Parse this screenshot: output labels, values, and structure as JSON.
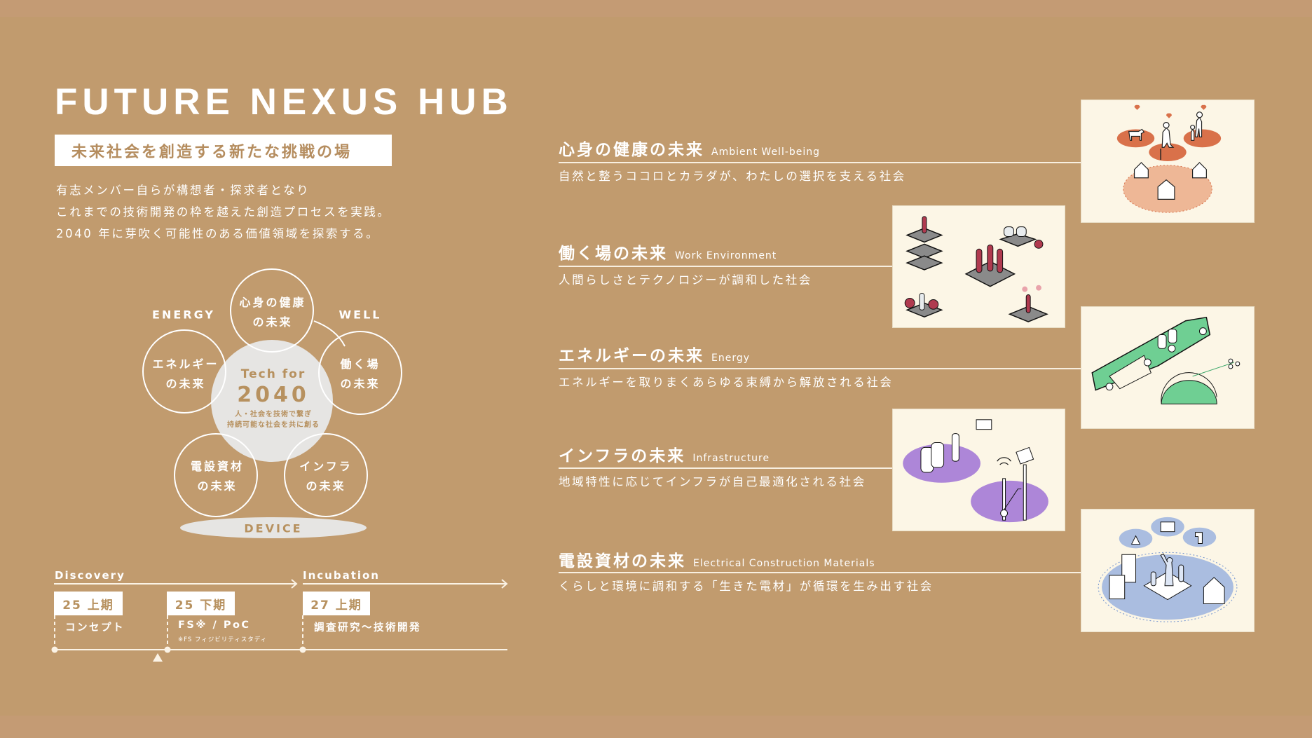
{
  "title": "FUTURE NEXUS HUB",
  "subtitle": "未来社会を創造する新たな挑戦の場",
  "intro": [
    "有志メンバー自らが構想者・探求者となり",
    "これまでの技術開発の枠を越えた創造プロセスを実践。",
    "2040 年に芽吹く可能性のある価値領域を探索する。"
  ],
  "diagram": {
    "labels": {
      "energy": "ENERGY",
      "well": "WELL",
      "device": "DEVICE"
    },
    "center": {
      "tech": "Tech for",
      "year": "2040",
      "sub1": "人・社会を技術で繋ぎ",
      "sub2": "持続可能な社会を共に創る"
    },
    "circles": [
      {
        "line1": "心身の健康",
        "line2": "の未来"
      },
      {
        "line1": "エネルギー",
        "line2": "の未来"
      },
      {
        "line1": "働く場",
        "line2": "の未来"
      },
      {
        "line1": "電設資材",
        "line2": "の未来"
      },
      {
        "line1": "インフラ",
        "line2": "の未来"
      }
    ]
  },
  "timeline": {
    "phases": [
      "Discovery",
      "Incubation"
    ],
    "stages": [
      {
        "period": "25 上期",
        "desc": "コンセプト",
        "note": ""
      },
      {
        "period": "25 下期",
        "desc": "FS※ / PoC",
        "note": "※FS フィジビリティスタディ"
      },
      {
        "period": "27 上期",
        "desc": "調査研究〜技術開発",
        "note": ""
      }
    ],
    "marker": "current-position-triangle"
  },
  "topics": [
    {
      "jp": "心身の健康の未来",
      "en": "Ambient Well-being",
      "desc": "自然と整うココロとカラダが、わたしの選択を支える社会",
      "illustration": "people-pets-homes-orange"
    },
    {
      "jp": "働く場の未来",
      "en": "Work Environment",
      "desc": "人間らしさとテクノロジーが調和した社会",
      "illustration": "workers-on-platforms-crimson"
    },
    {
      "jp": "エネルギーの未来",
      "en": "Energy",
      "desc": "エネルギーを取りまくあらゆる束縛から解放される社会",
      "illustration": "mobile-energy-vehicle-green"
    },
    {
      "jp": "インフラの未来",
      "en": "Infrastructure",
      "desc": "地域特性に応じてインフラが自己最適化される社会",
      "illustration": "local-infrastructure-purple"
    },
    {
      "jp": "電設資材の未来",
      "en": "Electrical Construction Materials",
      "desc": "くらしと環境に調和する「生きた電材」が循環を生み出す社会",
      "illustration": "circular-materials-blue"
    }
  ],
  "colors": {
    "background": "#c19b6e",
    "band": "#c49b74",
    "card": "#fcf6e6",
    "accent_text": "#b7915f",
    "center_circle": "#e6e5e3",
    "wellbeing": "#d9714a",
    "work": "#b03a4f",
    "energy": "#6fcf93",
    "infra": "#ad86d8",
    "materials": "#aabde0"
  }
}
